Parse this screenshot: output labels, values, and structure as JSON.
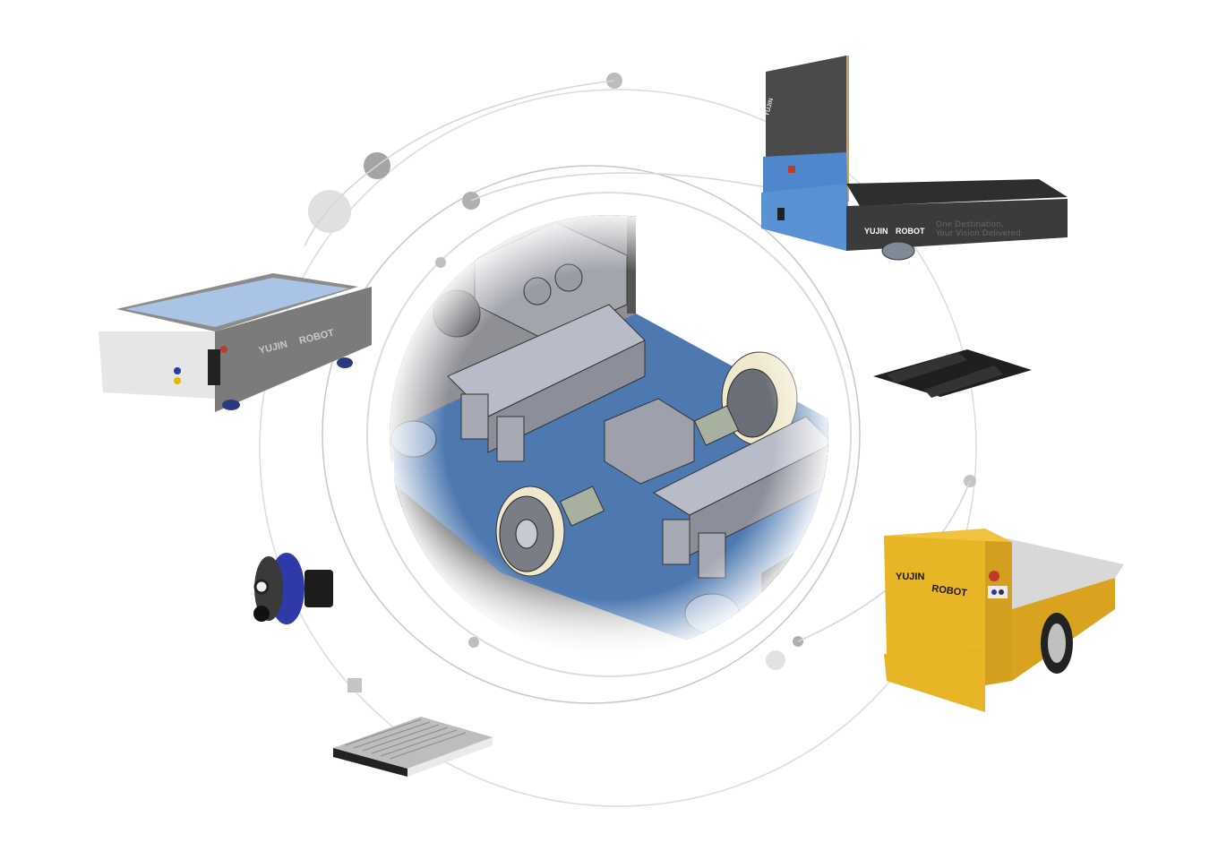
{
  "scene": {
    "title": "Yujin Robot AMR product ecosystem illustration",
    "background": "#ffffff"
  },
  "brand": {
    "left_word": "YUJIN",
    "right_word": "ROBOT"
  },
  "products": [
    {
      "id": "tug-amr-blue",
      "name": "Blue tugger AMR with black top module",
      "brand_left": "YUJIN",
      "brand_right": "ROBOT",
      "tagline_line1": "One Destination,",
      "tagline_line2": "Your Vision Delivered",
      "colors": {
        "body": "#4f86cc",
        "top": "#4a4a4a",
        "deck": "#2e2e2e"
      }
    },
    {
      "id": "flat-amr-gray",
      "name": "Gray flat-top AMR with blue deck",
      "brand_left": "YUJIN",
      "brand_right": "ROBOT",
      "colors": {
        "body": "#7b7b7b",
        "deck": "#a9c4e4",
        "front": "#e6e6e6"
      }
    },
    {
      "id": "cart-amr-yellow",
      "name": "Yellow cart AMR with gray platform",
      "brand_left": "YUJIN",
      "brand_right": "ROBOT",
      "colors": {
        "body": "#e8b526",
        "deck": "#d8d8d8"
      }
    },
    {
      "id": "black-mount-plate",
      "name": "Black twin-rail mounting plate",
      "colors": {
        "body": "#222222"
      }
    },
    {
      "id": "drive-wheel-motor",
      "name": "Blue drive wheel motor unit",
      "colors": {
        "body": "#2f3aa8",
        "hub": "#1c1c1c"
      }
    },
    {
      "id": "battery-module",
      "name": "Finned battery / heatsink module",
      "colors": {
        "body": "#cfcfcf",
        "frame": "#222222"
      }
    },
    {
      "id": "chassis-cad",
      "name": "CAD cutaway of AMR chassis with drive wheels",
      "colors": {
        "floor": "#4d79b0",
        "plate": "#b8bcc8",
        "wheel": "#efe8cc"
      }
    }
  ],
  "orbits": {
    "stroke": "#d9d9d9",
    "dot_color": "#bdbdbd"
  }
}
